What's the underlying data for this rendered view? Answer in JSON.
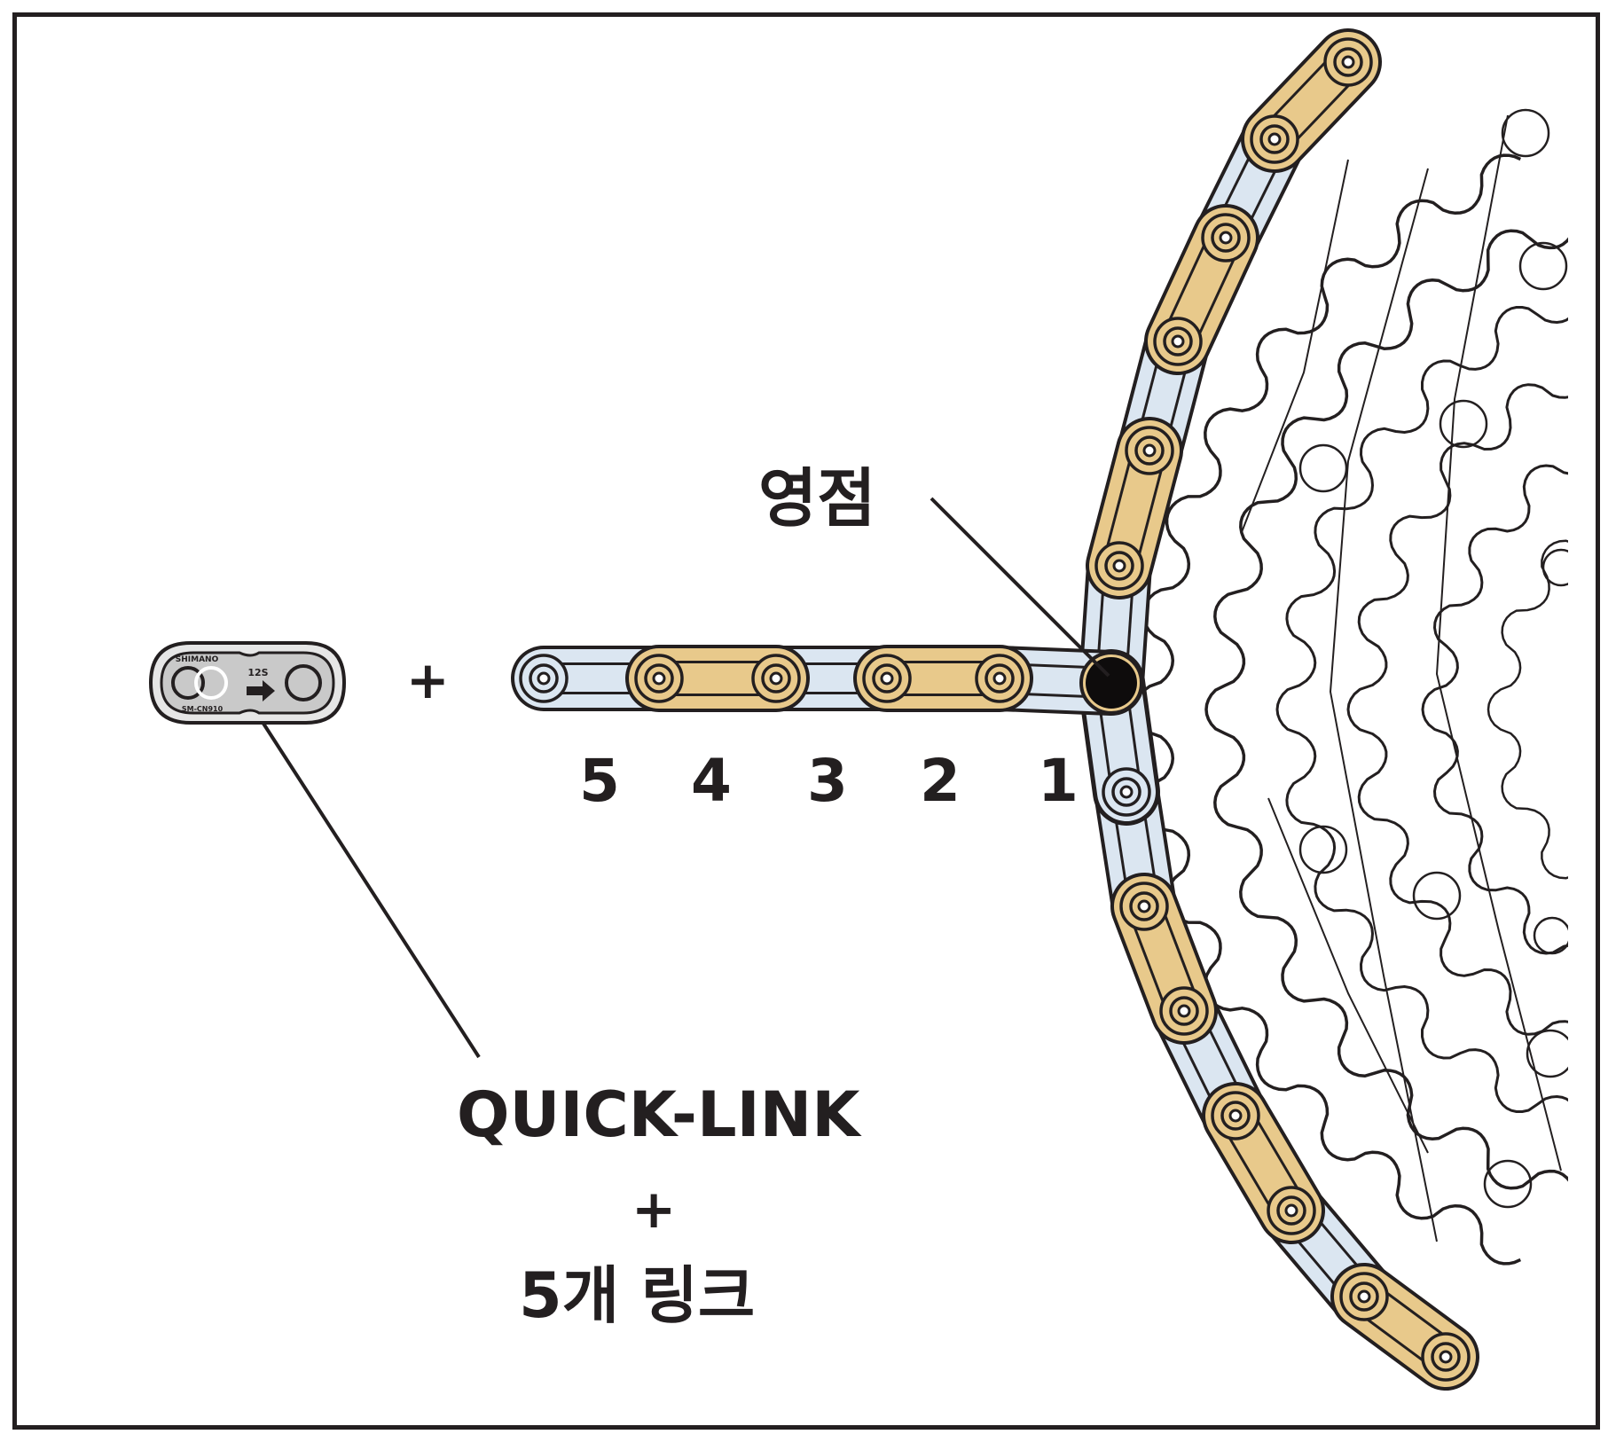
{
  "diagram": {
    "zero_point_label": "영점",
    "link_numbers": [
      "5",
      "4",
      "3",
      "2",
      "1"
    ],
    "plus_sign": "+",
    "caption": {
      "line1": "QUICK-LINK",
      "line2": "+",
      "line3": "5개 링크"
    },
    "quick_link": {
      "brand": "SHIMANO",
      "speed": "12S",
      "model": "SM-CN910"
    },
    "colors": {
      "inner_plate": "#dbe6f1",
      "outer_plate": "#e8c98b",
      "outline": "#231f20",
      "quick_link_fill": "#c9c9c9"
    }
  }
}
